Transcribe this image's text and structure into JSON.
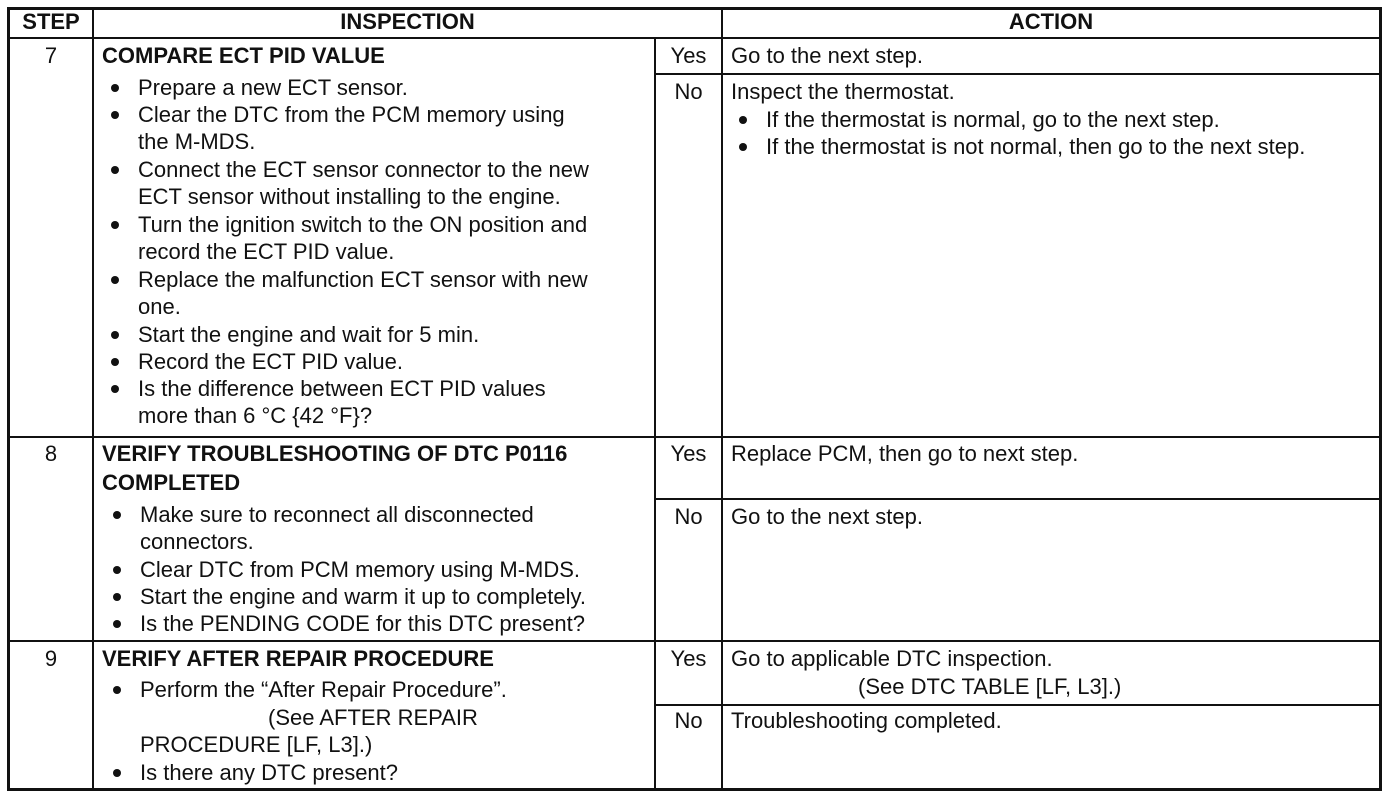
{
  "header": {
    "step": "STEP",
    "inspection": "INSPECTION",
    "action": "ACTION"
  },
  "rows": [
    {
      "step": "7",
      "title": "COMPARE ECT PID VALUE",
      "lines": [
        "Prepare a new ECT sensor.",
        "Clear the DTC from the PCM memory using",
        "the M-MDS.",
        "Connect the ECT sensor connector to the new",
        "ECT sensor without installing to the engine.",
        "Turn the ignition switch to the ON position and",
        "record the ECT PID value.",
        "Replace the malfunction ECT sensor with new",
        "one.",
        "Start the engine and wait for 5 min.",
        "Record the ECT PID value.",
        "Is the difference between ECT PID values",
        "more than 6 °C {42 °F}?"
      ],
      "yes_label": "Yes",
      "yes_action": [
        "Go to the next step."
      ],
      "no_label": "No",
      "no_action": [
        "Inspect the thermostat.",
        "If the thermostat is normal, go to the next step.",
        "If the thermostat is not normal, then go to the next step."
      ]
    },
    {
      "step": "8",
      "title": [
        "VERIFY TROUBLESHOOTING OF DTC P0116",
        "COMPLETED"
      ],
      "lines": [
        "Make sure to reconnect all disconnected",
        "connectors.",
        "Clear DTC from PCM memory using M-MDS.",
        "Start the engine and warm it up to completely.",
        "Is the PENDING CODE for this DTC present?"
      ],
      "yes_label": "Yes",
      "yes_action": [
        "Replace PCM, then go to next step."
      ],
      "no_label": "No",
      "no_action": [
        "Go to the next step."
      ]
    },
    {
      "step": "9",
      "title": "VERIFY AFTER REPAIR PROCEDURE",
      "lines": [
        "Perform the “After Repair Procedure”.",
        "(See AFTER REPAIR",
        "PROCEDURE [LF, L3].)",
        "Is there any DTC present?"
      ],
      "yes_label": "Yes",
      "yes_action": [
        "Go to applicable DTC inspection.",
        "(See DTC TABLE [LF, L3].)"
      ],
      "no_label": "No",
      "no_action": [
        "Troubleshooting completed."
      ]
    }
  ]
}
